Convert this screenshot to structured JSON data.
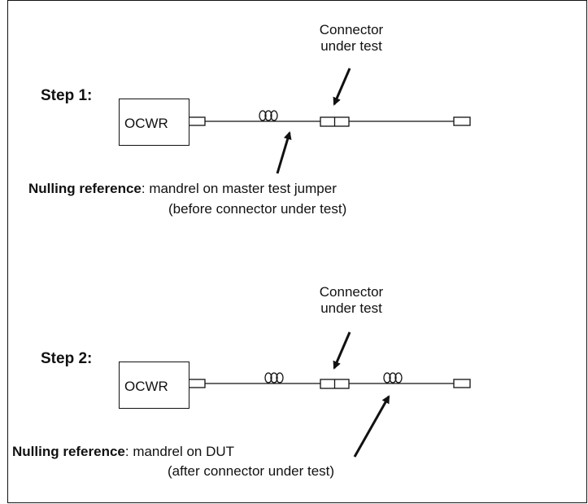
{
  "step1": {
    "step_label": "Step 1:",
    "instrument_label": "OCWR",
    "connector_label_line1": "Connector",
    "connector_label_line2": "under test",
    "nulling_bold": "Nulling reference",
    "nulling_rest": ": mandrel on master test jumper",
    "nulling_line2": "(before connector under test)"
  },
  "step2": {
    "step_label": "Step 2:",
    "instrument_label": "OCWR",
    "connector_label_line1": "Connector",
    "connector_label_line2": "under test",
    "nulling_bold": "Nulling reference",
    "nulling_rest": ": mandrel on DUT",
    "nulling_line2": "(after connector under test)"
  }
}
